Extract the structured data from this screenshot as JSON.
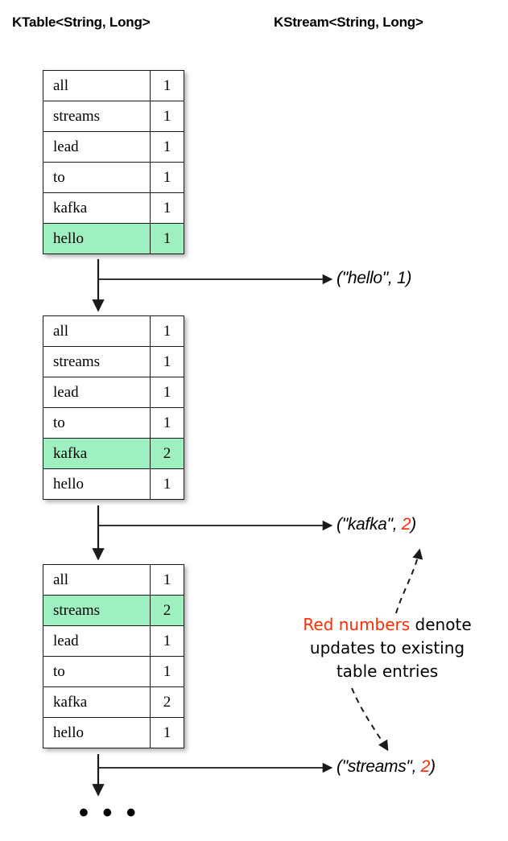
{
  "headers": {
    "ktable": "KTable<String, Long>",
    "kstream": "KStream<String, Long>"
  },
  "tables": [
    {
      "id": "table-1",
      "rows": [
        {
          "key": "all",
          "value": "1",
          "highlight": false,
          "updated": false
        },
        {
          "key": "streams",
          "value": "1",
          "highlight": false,
          "updated": false
        },
        {
          "key": "lead",
          "value": "1",
          "highlight": false,
          "updated": false
        },
        {
          "key": "to",
          "value": "1",
          "highlight": false,
          "updated": false
        },
        {
          "key": "kafka",
          "value": "1",
          "highlight": false,
          "updated": false
        },
        {
          "key": "hello",
          "value": "1",
          "highlight": true,
          "updated": false
        }
      ]
    },
    {
      "id": "table-2",
      "rows": [
        {
          "key": "all",
          "value": "1",
          "highlight": false,
          "updated": false
        },
        {
          "key": "streams",
          "value": "1",
          "highlight": false,
          "updated": false
        },
        {
          "key": "lead",
          "value": "1",
          "highlight": false,
          "updated": false
        },
        {
          "key": "to",
          "value": "1",
          "highlight": false,
          "updated": false
        },
        {
          "key": "kafka",
          "value": "2",
          "highlight": true,
          "updated": true
        },
        {
          "key": "hello",
          "value": "1",
          "highlight": false,
          "updated": false
        }
      ]
    },
    {
      "id": "table-3",
      "rows": [
        {
          "key": "all",
          "value": "1",
          "highlight": false,
          "updated": false
        },
        {
          "key": "streams",
          "value": "2",
          "highlight": true,
          "updated": true
        },
        {
          "key": "lead",
          "value": "1",
          "highlight": false,
          "updated": false
        },
        {
          "key": "to",
          "value": "1",
          "highlight": false,
          "updated": false
        },
        {
          "key": "kafka",
          "value": "2",
          "highlight": false,
          "updated": false
        },
        {
          "key": "hello",
          "value": "1",
          "highlight": false,
          "updated": false
        }
      ]
    }
  ],
  "records": [
    {
      "prefix": "(\"hello\", ",
      "value": "1",
      "suffix": ")",
      "red": false
    },
    {
      "prefix": "(\"kafka\", ",
      "value": "2",
      "suffix": ")",
      "red": true
    },
    {
      "prefix": "(\"streams\", ",
      "value": "2",
      "suffix": ")",
      "red": true
    }
  ],
  "note": {
    "red_text": "Red numbers",
    "rest_line1": " denote",
    "line2": "updates to existing",
    "line3": "table entries"
  },
  "ellipsis": "• • •",
  "colors": {
    "highlight_green": "#9ff0c0",
    "update_red": "#ff2a00",
    "line_black": "#1a1a1a",
    "background": "#ffffff"
  }
}
